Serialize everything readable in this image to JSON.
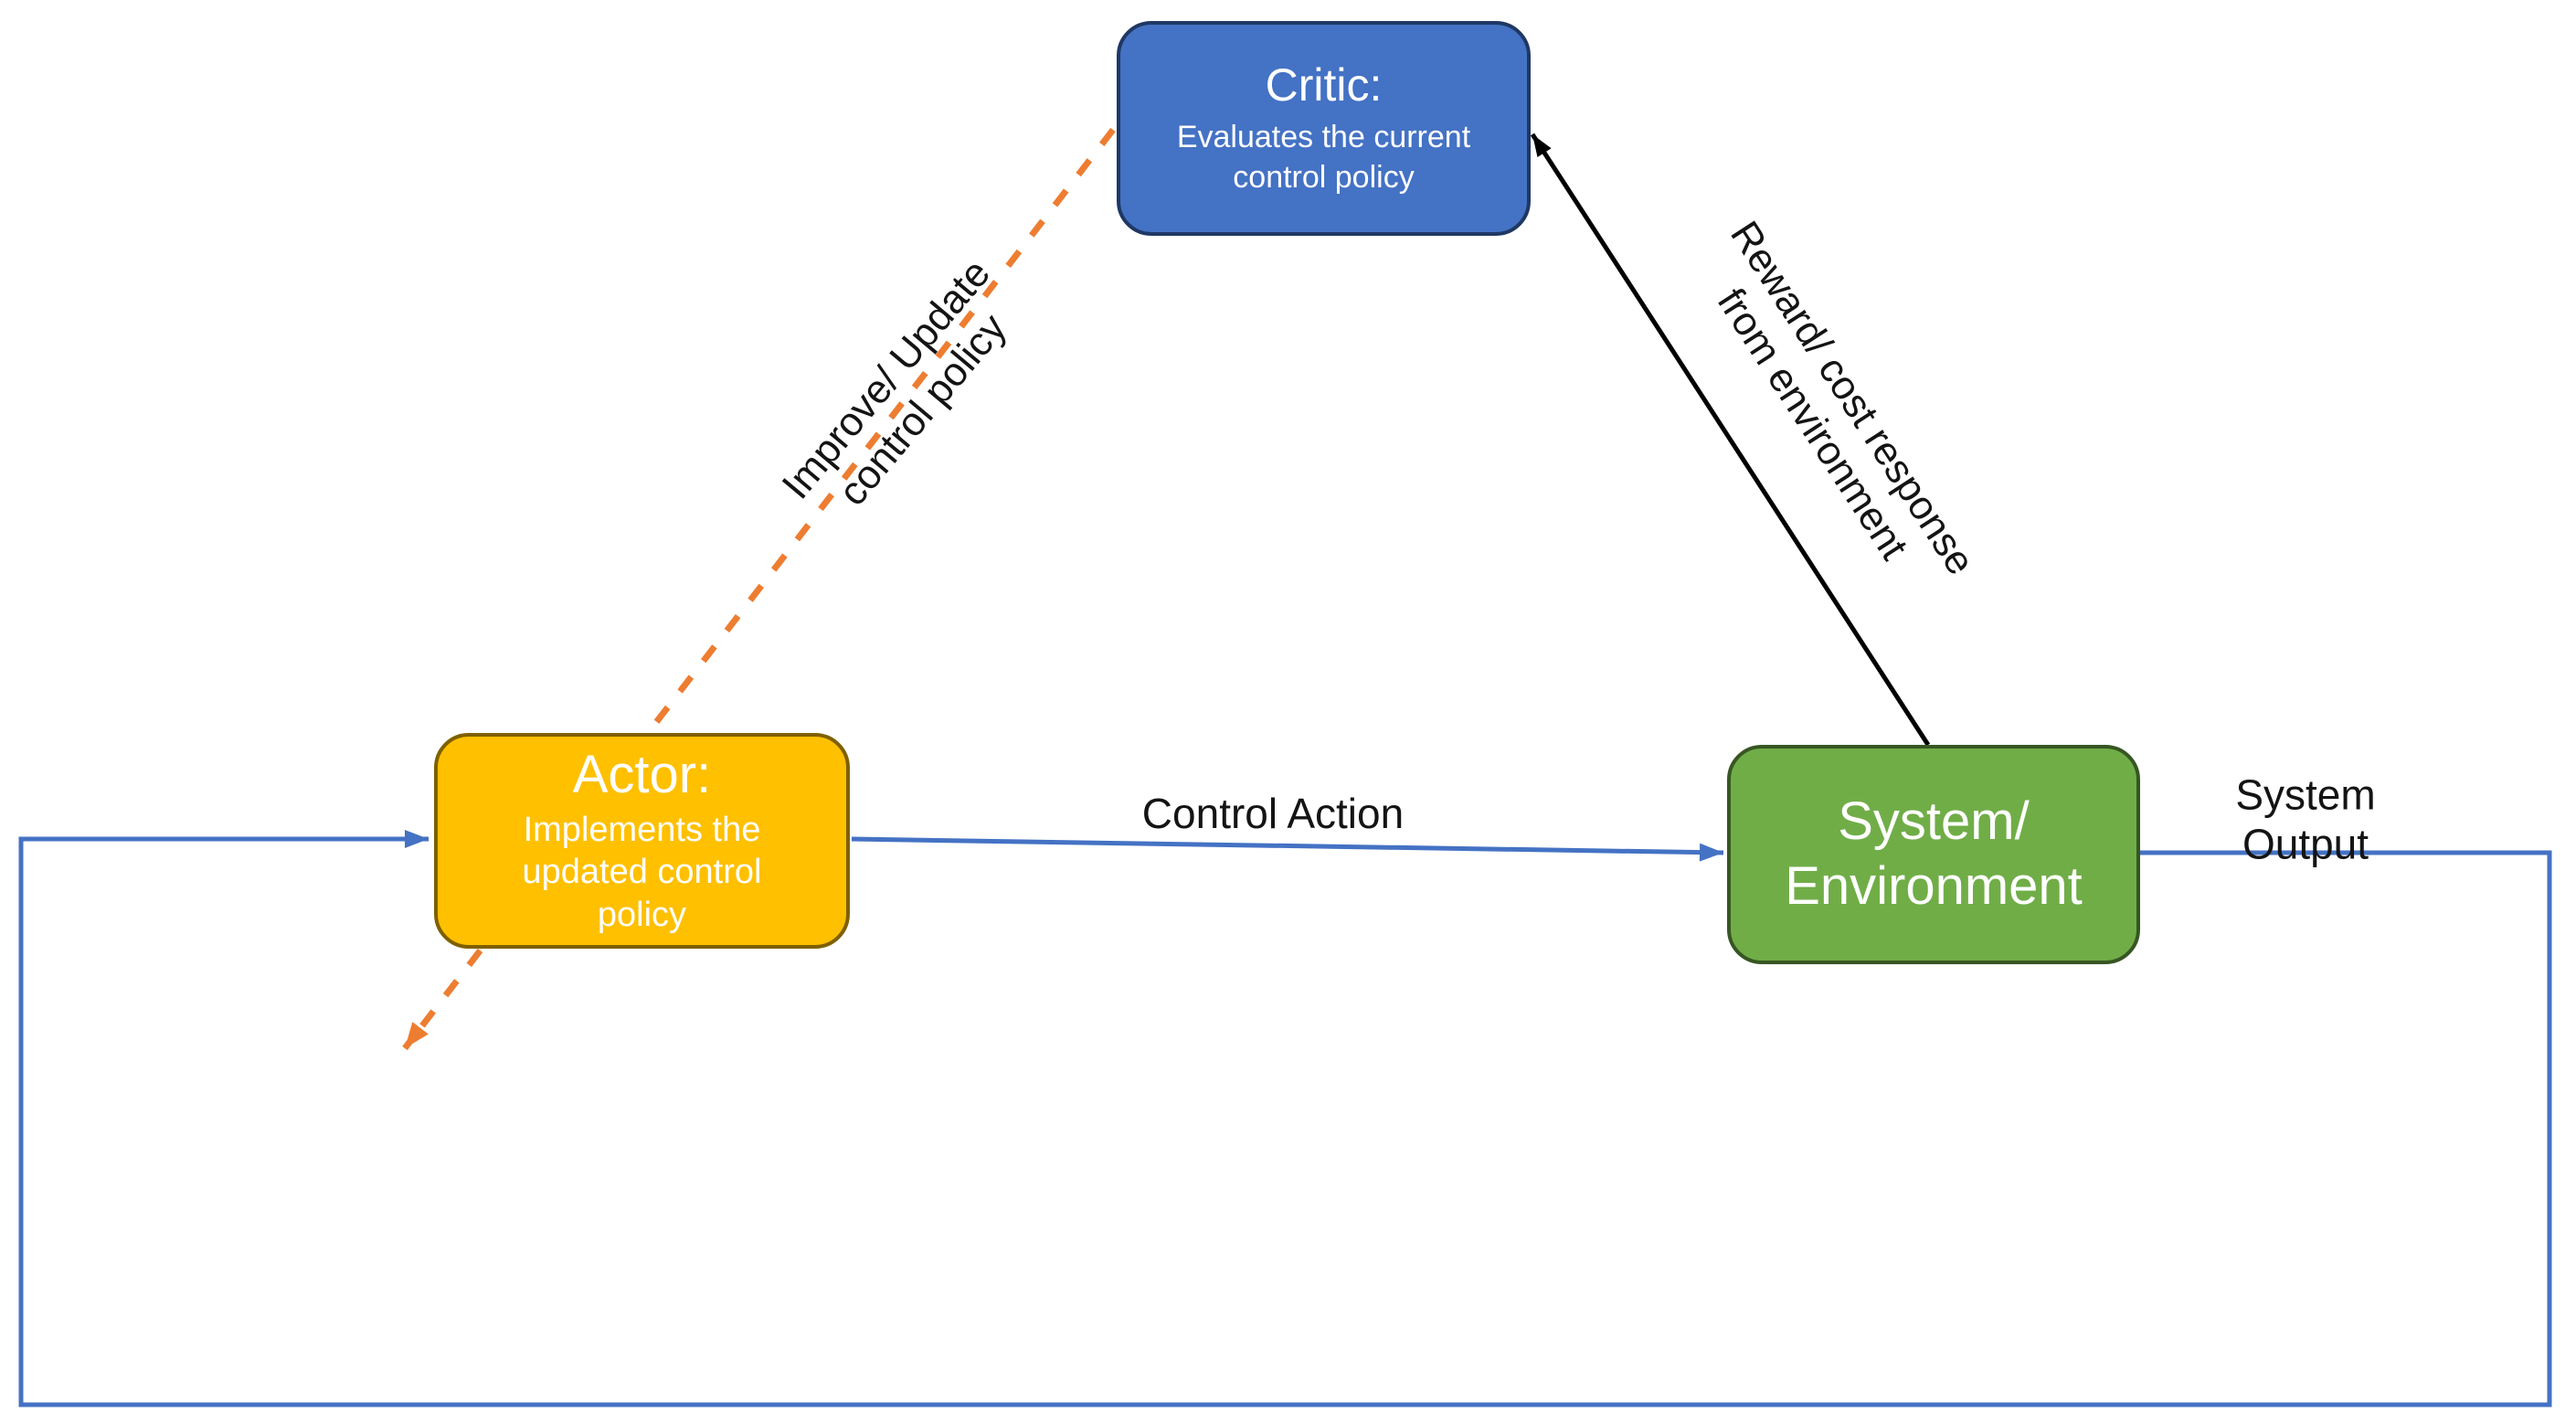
{
  "nodes": {
    "critic": {
      "title": "Critic:",
      "body": "Evaluates the current\ncontrol policy"
    },
    "actor": {
      "title": "Actor:",
      "body": "Implements the\nupdated control\npolicy"
    },
    "system": {
      "title": "System/\nEnvironment"
    }
  },
  "edges": {
    "improve_update": {
      "label": "Improve/ Update\ncontrol policy"
    },
    "reward": {
      "label": "Reward/ cost response\nfrom environment"
    },
    "control_action": {
      "label": "Control Action"
    },
    "system_output": {
      "label": "System Output"
    }
  },
  "colors": {
    "critic_fill": "#4472C4",
    "critic_border": "#1F3864",
    "actor_fill": "#FFC000",
    "actor_border": "#7F6000",
    "system_fill": "#70AD47",
    "system_border": "#375623",
    "blue_connector": "#4472C4",
    "orange_connector": "#ED7D31",
    "black_connector": "#000000",
    "node_text": "#FFFFFF",
    "label_text": "#141414",
    "background": "#FFFFFF"
  }
}
